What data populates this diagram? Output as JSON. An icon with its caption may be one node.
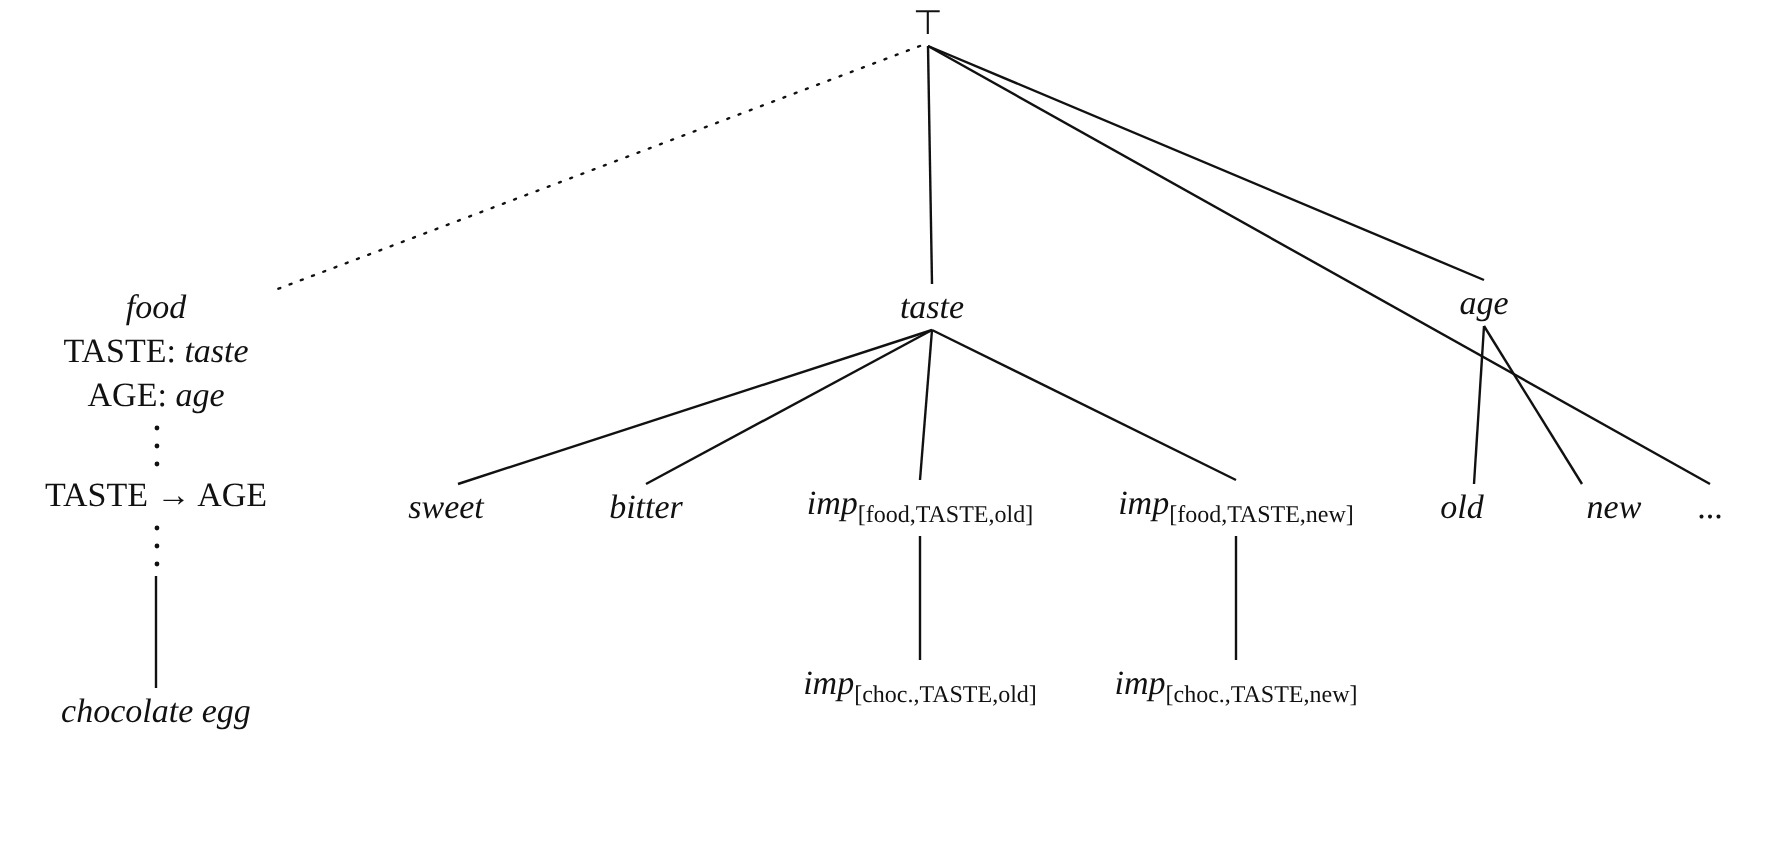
{
  "diagram": {
    "nodes": [
      {
        "text": [
          "⊤"
        ]
      },
      {
        "text": [
          "food",
          "TASTE: *taste*",
          "AGE: *age*",
          "TASTE → AGE"
        ]
      },
      {
        "text": [
          "chocolate egg"
        ]
      },
      {
        "text": [
          "taste"
        ]
      },
      {
        "text": [
          "age"
        ]
      },
      {
        "text": [
          "..."
        ]
      },
      {
        "text": [
          "sweet"
        ]
      },
      {
        "text": [
          "bitter"
        ]
      },
      {
        "text": [
          "*imp*$_{[food,TASTE,old]}$"
        ]
      },
      {
        "text": [
          "*imp*$_{[food,TASTE,new]}$"
        ]
      },
      {
        "text": [
          "old"
        ]
      },
      {
        "text": [
          "new"
        ]
      },
      {
        "text": [
          "*imp*$_{[choc.,TASTE,old]}$"
        ]
      },
      {
        "text": [
          "*imp*$_{[choc.,TASTE,new]}$"
        ]
      }
    ],
    "edges": [
      {
        "from": 0,
        "to": 1,
        "arrow": "none",
        "style": "dashed"
      },
      {
        "from": 1,
        "to": 2,
        "arrow": "none"
      },
      {
        "from": 0,
        "to": 3,
        "arrow": "none"
      },
      {
        "from": 0,
        "to": 4,
        "arrow": "none"
      },
      {
        "from": 0,
        "to": 5,
        "arrow": "none"
      },
      {
        "from": 3,
        "to": 6,
        "arrow": "none"
      },
      {
        "from": 3,
        "to": 7,
        "arrow": "none"
      },
      {
        "from": 3,
        "to": 8,
        "arrow": "none"
      },
      {
        "from": 3,
        "to": 9,
        "arrow": "none"
      },
      {
        "from": 4,
        "to": 10,
        "arrow": "none"
      },
      {
        "from": 4,
        "to": 11,
        "arrow": "none"
      },
      {
        "from": 8,
        "to": 12,
        "arrow": "none"
      },
      {
        "from": 9,
        "to": 13,
        "arrow": "none"
      }
    ]
  }
}
